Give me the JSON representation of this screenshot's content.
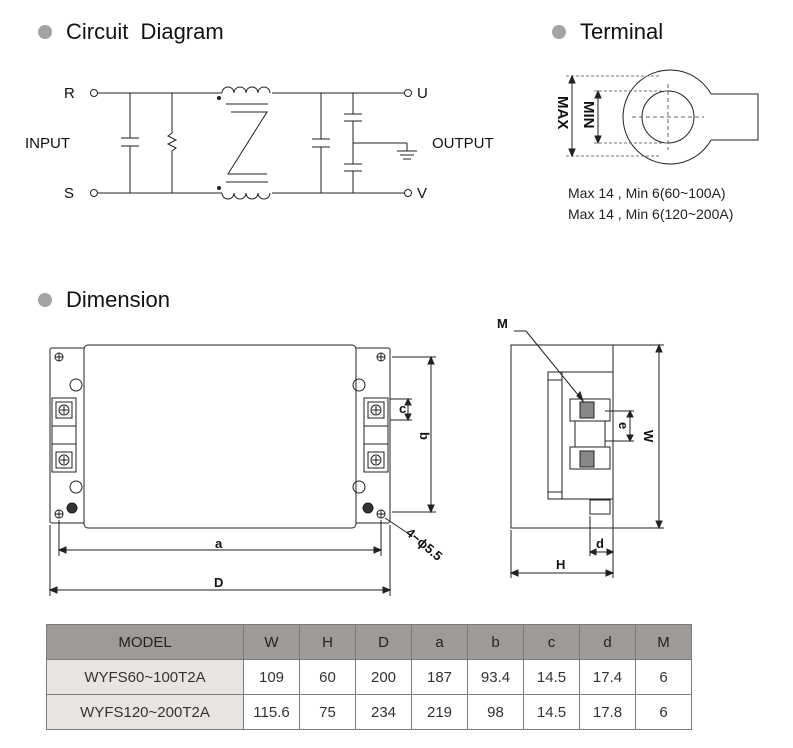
{
  "sections": {
    "circuit": "Circuit  Diagram",
    "terminal": "Terminal",
    "dimension": "Dimension"
  },
  "circuit": {
    "r": "R",
    "s": "S",
    "u": "U",
    "v": "V",
    "input": "INPUT",
    "output": "OUTPUT"
  },
  "terminal": {
    "max": "MAX",
    "min": "MIN",
    "spec1": "Max 14 , Min 6(60~100A)",
    "spec2": "Max 14 , Min 6(120~200A)"
  },
  "dimension_labels": {
    "a": "a",
    "b": "b",
    "c": "c",
    "D": "D",
    "hole": "4−ϕ5.5",
    "M": "M",
    "e": "e",
    "W": "W",
    "d": "d",
    "H": "H"
  },
  "table": {
    "headers": [
      "MODEL",
      "W",
      "H",
      "D",
      "a",
      "b",
      "c",
      "d",
      "M"
    ],
    "rows": [
      [
        "WYFS60~100T2A",
        "109",
        "60",
        "200",
        "187",
        "93.4",
        "14.5",
        "17.4",
        "6"
      ],
      [
        "WYFS120~200T2A",
        "115.6",
        "75",
        "234",
        "219",
        "98",
        "14.5",
        "17.8",
        "6"
      ]
    ]
  },
  "colors": {
    "bullet": "#a3a3a3",
    "header_bg": "#9e9a98",
    "model_bg": "#e8e4e2"
  }
}
